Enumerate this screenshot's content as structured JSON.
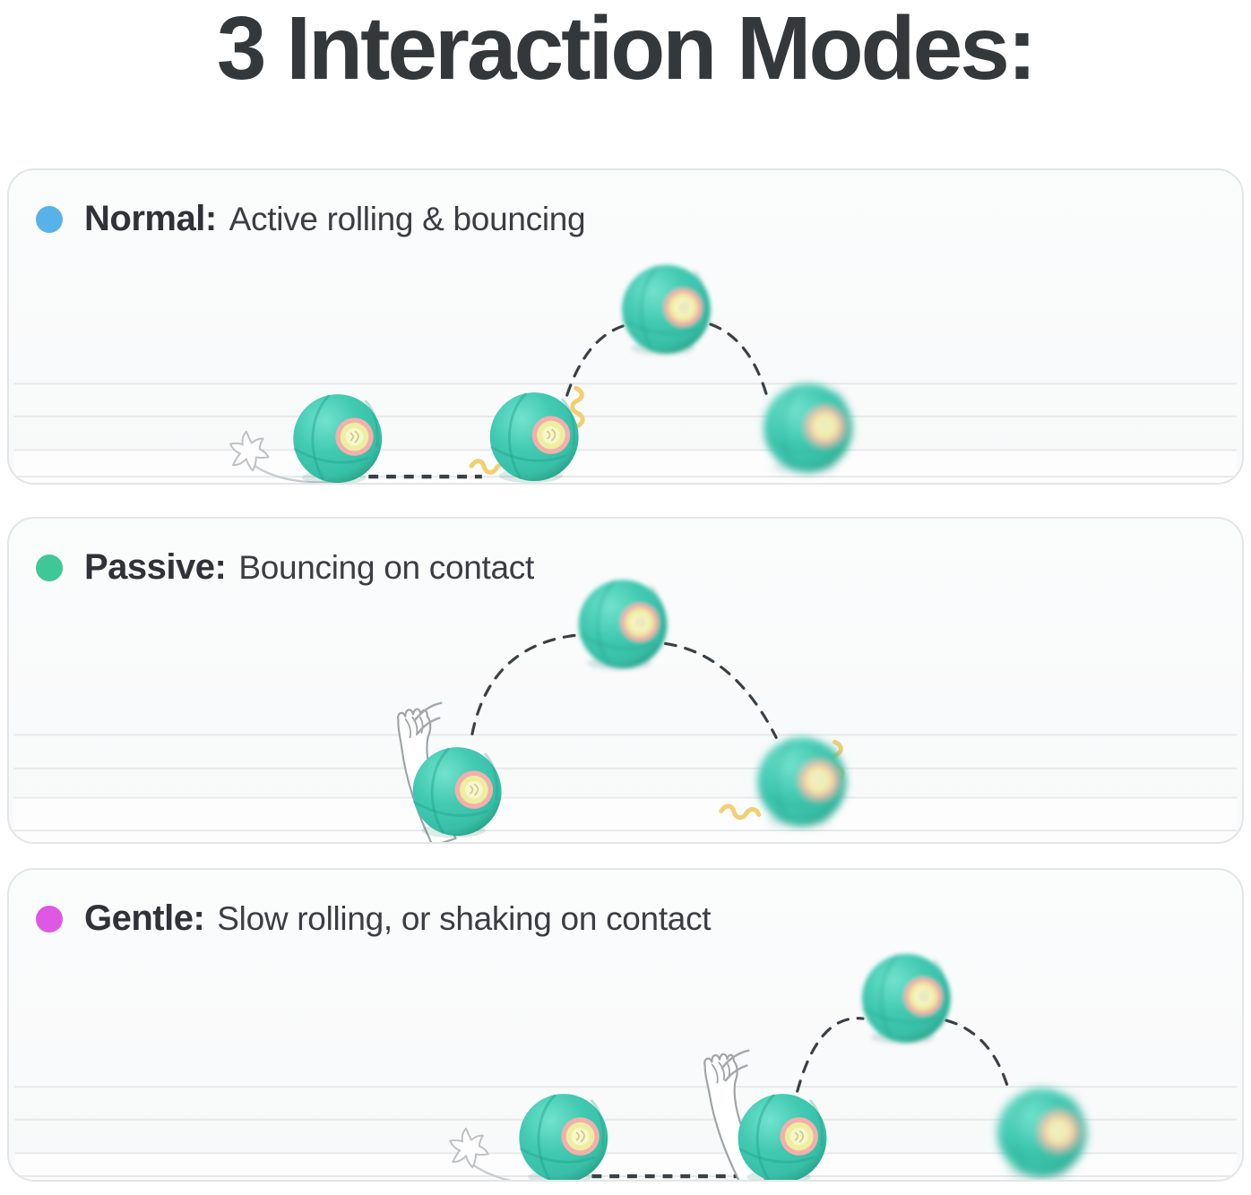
{
  "title": "3 Interaction Modes:",
  "modes": [
    {
      "label": "Normal:",
      "description": "Active rolling & bouncing",
      "dot_color": "#58B2EA"
    },
    {
      "label": "Passive:",
      "description": "Bouncing on contact",
      "dot_color": "#3EC897"
    },
    {
      "label": "Gentle:",
      "description": "Slow rolling, or shaking on contact",
      "dot_color": "#DE58E4"
    }
  ],
  "colors": {
    "text": "#34383B",
    "panel_border": "#E3E5E7",
    "panel_background": "#FAFBFB",
    "ball_body": "#41C9B1",
    "ball_highlight": "#72E2CD",
    "ball_shadow": "#23997F",
    "led_ring": "#F4AFAC",
    "led_inner": "#EDEFA0",
    "led_center": "#F8F6CB",
    "trajectory": "#3A4043",
    "impact_mark": "#F2CF72",
    "wall_line": "#E7E9EA"
  }
}
